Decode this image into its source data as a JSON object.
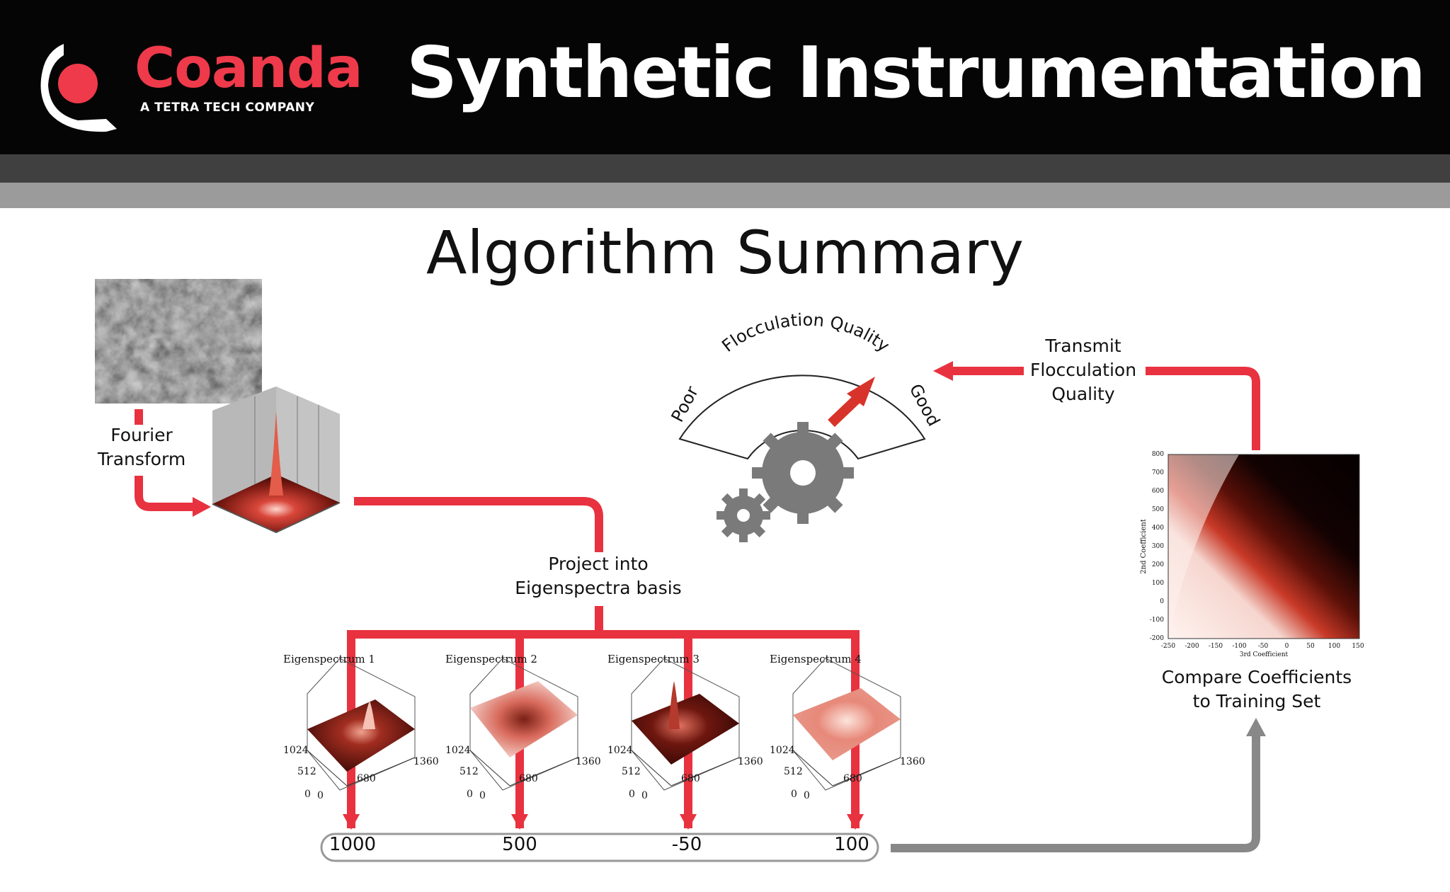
{
  "header": {
    "brand_name": "Coanda",
    "brand_tagline": "A TETRA TECH COMPANY",
    "title": "Synthetic Instrumentation"
  },
  "section_title": "Algorithm Summary",
  "labels": {
    "fourier": [
      "Fourier",
      "Transform"
    ],
    "project": [
      "Project into",
      "Eigenspectra basis"
    ],
    "transmit": [
      "Transmit",
      "Flocculation",
      "Quality"
    ],
    "compare": [
      "Compare Coefficients",
      "to Training Set"
    ]
  },
  "gauge": {
    "title": "Flocculation Quality",
    "low_label": "Poor",
    "high_label": "Good"
  },
  "eigenspectra": [
    {
      "title": "Eigenspectrum 1",
      "ticks": [
        "1024",
        "512",
        "0",
        "0",
        "680",
        "1360"
      ]
    },
    {
      "title": "Eigenspectrum 2",
      "ticks": [
        "1024",
        "512",
        "0",
        "0",
        "680",
        "1360"
      ]
    },
    {
      "title": "Eigenspectrum 3",
      "ticks": [
        "1024",
        "512",
        "0",
        "0",
        "680",
        "1360"
      ]
    },
    {
      "title": "Eigenspectrum 4",
      "ticks": [
        "1024",
        "512",
        "0",
        "0",
        "680",
        "1360"
      ]
    }
  ],
  "coefficients": [
    "1000",
    "500",
    "-50",
    "100"
  ],
  "heatmap": {
    "ylabel": "2nd Coefficient",
    "xlabel": "3rd Coefficient",
    "yticks": [
      "800",
      "700",
      "600",
      "500",
      "400",
      "300",
      "200",
      "100",
      "0",
      "-100",
      "-200"
    ],
    "xticks": [
      "-250",
      "-200",
      "-150",
      "-100",
      "-50",
      "0",
      "50",
      "100",
      "150"
    ]
  },
  "colors": {
    "accent_red": "#e8323f",
    "header_bg": "#050505",
    "band_dark": "#404040",
    "band_light": "#9b9b9b",
    "gear_gray": "#7a7a7a"
  }
}
